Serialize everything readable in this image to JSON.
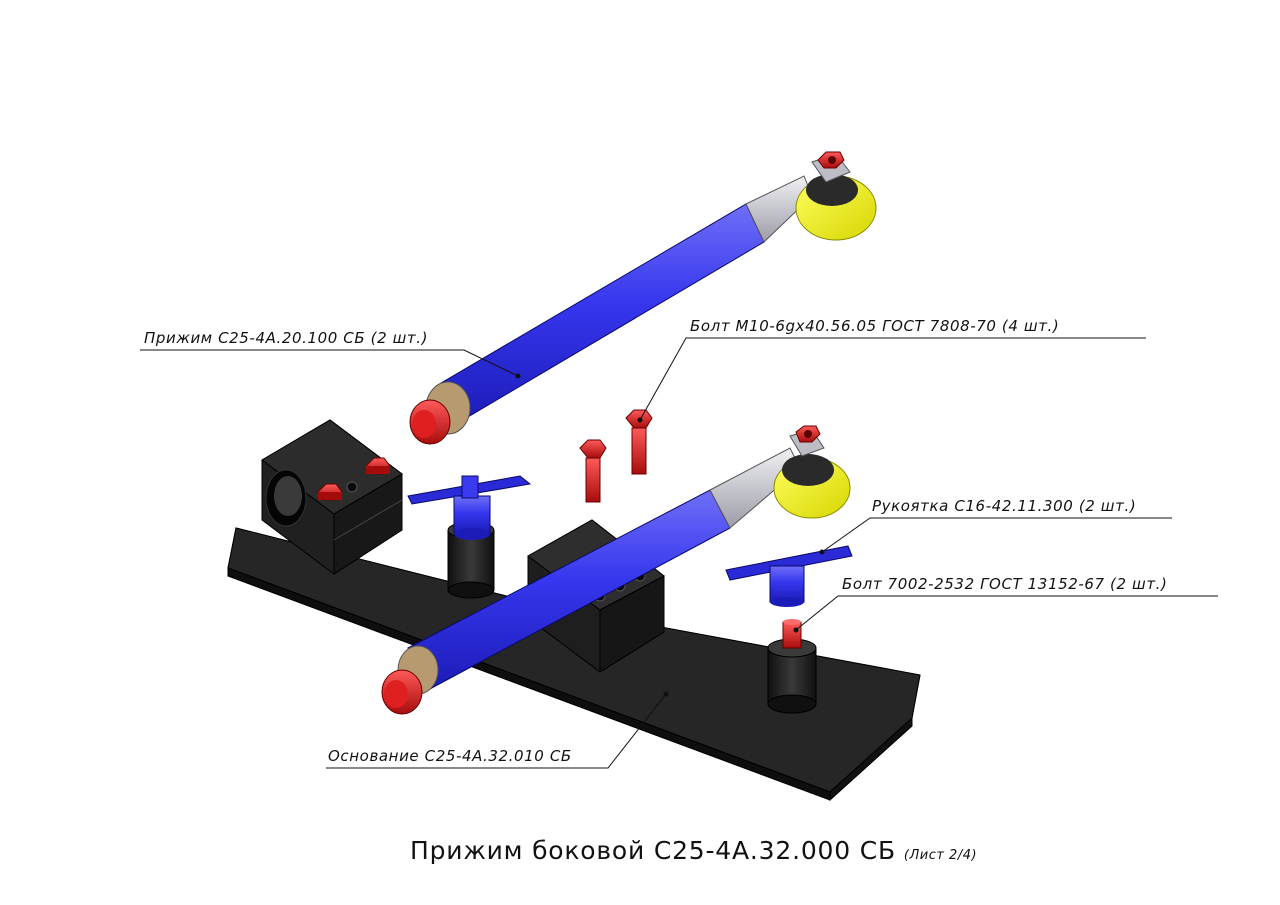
{
  "title": {
    "main": "Прижим боковой С25-4А.32.000 СБ",
    "sheet": "(Лист 2/4)"
  },
  "callouts": {
    "clamp": "Прижим С25-4А.20.100 СБ (2 шт.)",
    "bolt_m10": "Болт М10-6gx40.56.05 ГОСТ 7808-70 (4 шт.)",
    "handle": "Рукоятка С16-42.11.300 (2 шт.)",
    "bolt_7002": "Болт 7002-2532 ГОСТ 13152-67 (2 шт.)",
    "base": "Основание С25-4А.32.010 СБ"
  },
  "colors": {
    "cylinder": "#3b3bf0",
    "rod": "#c8c8d2",
    "roller": "#f2f200",
    "nut": "#e01818",
    "body": "#1c1c1c",
    "line": "#111111"
  }
}
